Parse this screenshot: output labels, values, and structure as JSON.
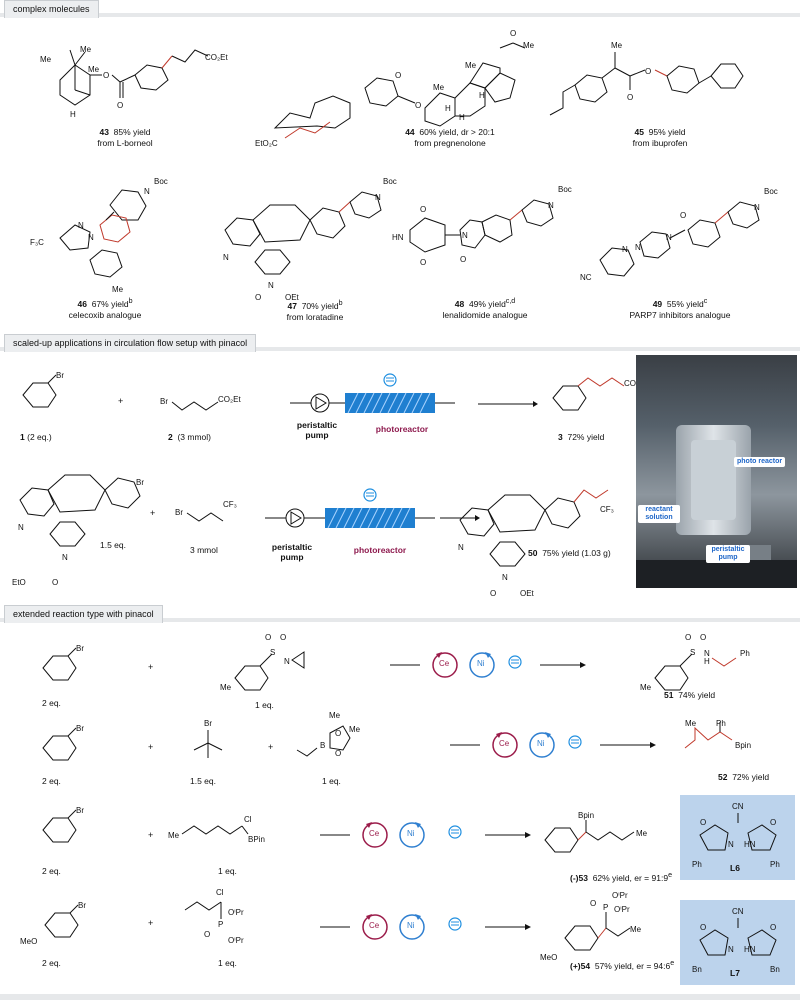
{
  "sections": {
    "s1": "complex molecules",
    "s2": "scaled-up applications in circulation flow setup with pinacol",
    "s3": "extended reaction type with pinacol"
  },
  "complex": {
    "c43": {
      "num": "43",
      "yield": "85% yield",
      "source": "from L-borneol"
    },
    "c44": {
      "num": "44",
      "yield": "60% yield, dr > 20:1",
      "source": "from pregnenolone"
    },
    "c45": {
      "num": "45",
      "yield": "95% yield",
      "source": "from ibuprofen"
    },
    "c46": {
      "num": "46",
      "yield": "67% yield",
      "sup": "b",
      "source": "celecoxib analogue"
    },
    "c47": {
      "num": "47",
      "yield": "70% yield",
      "sup": "b",
      "source": "from loratadine"
    },
    "c48": {
      "num": "48",
      "yield": "49% yield",
      "sup": "c,d",
      "source": "lenalidomide analogue"
    },
    "c49": {
      "num": "49",
      "yield": "55% yield",
      "sup": "c",
      "source": "PARP7 inhibitors analogue"
    }
  },
  "flow": {
    "r1_sub1": "1",
    "r1_sub1_amt": "(2 eq.)",
    "r1_sub2": "2",
    "r1_sub2_amt": "(3 mmol)",
    "r1_prod": "3",
    "r1_yield": "72% yield",
    "pump": "peristaltic pump",
    "reactor": "photoreactor",
    "r2_sub1_amt": "1.5 eq.",
    "r2_sub2_amt": "3 mmol",
    "r2_prod": "50",
    "r2_yield": "75% yield (1.03 g)",
    "photo_tags": {
      "reactor": "photo reactor",
      "reactant": "reactant solution",
      "pump": "peristaltic pump"
    }
  },
  "extended": {
    "r1": {
      "a": "2 eq.",
      "b": "1 eq.",
      "prod": "51",
      "yield": "74% yield"
    },
    "r2": {
      "a": "2 eq.",
      "b": "1.5 eq.",
      "c": "1 eq.",
      "prod": "52",
      "yield": "72% yield"
    },
    "r3": {
      "a": "2 eq.",
      "b": "1 eq.",
      "prod": "(-)53",
      "yield": "62% yield, er = 91:9",
      "sup": "e",
      "ligand": "L6"
    },
    "r4": {
      "a": "2 eq.",
      "b": "1 eq.",
      "prod": "(+)54",
      "yield": "57% yield, er = 94:6",
      "sup": "e",
      "ligand": "L7"
    }
  },
  "catalysts": {
    "ce": "Ce",
    "ni": "Ni"
  },
  "colors": {
    "ce": "#9b1c4a",
    "ni": "#2f7fd0",
    "bulb": "#1f8fe0",
    "bond_new": "#c0392b",
    "ligand_bg": "#bcd3ec",
    "reactor": "#1f7fd0"
  }
}
